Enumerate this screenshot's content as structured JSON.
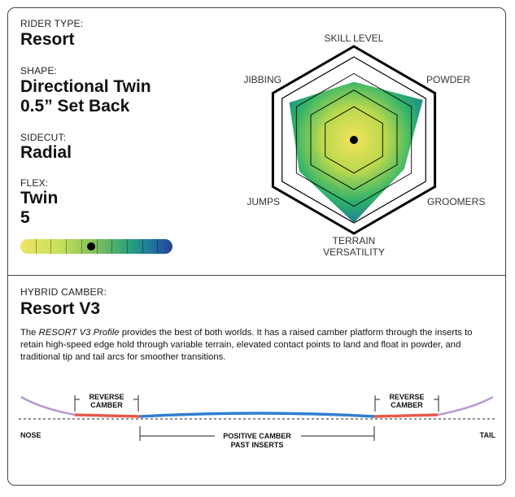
{
  "specs": {
    "rider_type": {
      "label": "RIDER TYPE:",
      "value": "Resort"
    },
    "shape": {
      "label": "SHAPE:",
      "value_line1": "Directional Twin",
      "value_line2": "0.5” Set Back"
    },
    "sidecut": {
      "label": "SIDECUT:",
      "value": "Radial"
    },
    "flex": {
      "label": "FLEX:",
      "value_line1": "Twin",
      "value_line2": "5",
      "level": 5,
      "scale_max": 10
    }
  },
  "radar": {
    "axes": [
      "SKILL LEVEL",
      "POWDER",
      "GROOMERS",
      "TERRAIN VERSATILITY",
      "JUMPS",
      "JIBBING"
    ],
    "terrain_line1": "TERRAIN",
    "terrain_line2": "VERSATILITY",
    "levels": 5,
    "values": [
      3.5,
      4.8,
      3.5,
      5,
      3.8,
      4.5
    ],
    "colors": {
      "center": "#f2e35a",
      "mid": "#2fb36a",
      "outer": "#2a3f95"
    }
  },
  "camber": {
    "label": "HYBRID CAMBER:",
    "title": "Resort V3",
    "desc_em": "RESORT V3 Profile",
    "desc_pre": "The ",
    "desc_rest": " provides the best of both worlds. It has a raised camber platform through the inserts to retain high-speed edge hold through variable terrain, elevated contact points to land and float in powder, and traditional tip and tail arcs for smoother transitions.",
    "diagram": {
      "reverse_camber_line1": "REVERSE",
      "reverse_camber_line2": "CAMBER",
      "positive_line1": "POSITIVE CAMBER",
      "positive_line2": "PAST INSERTS",
      "nose": "NOSE",
      "tail": "TAIL",
      "colors": {
        "tip": "#b79ad4",
        "reverse": "#e8584a",
        "positive": "#2f7fd0"
      }
    }
  }
}
